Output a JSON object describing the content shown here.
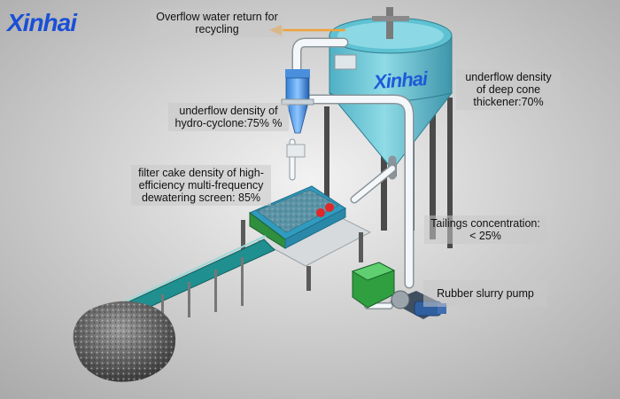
{
  "brand": {
    "logo_text": "Xinhai",
    "tank_logo_text": "Xinhai",
    "color": "#1a4fd6"
  },
  "colors": {
    "tank": "#6ec8d6",
    "pipe": "#e8eef2",
    "screen_frame": "#2aa7b8",
    "hopper": "#2f8f2f",
    "arrow": "#f0a23a",
    "background": "#c9c9c9"
  },
  "labels": {
    "overflow": "Overflow water return for recycling",
    "thickener": "underflow density of deep cone thickener:70%",
    "cyclone": "underflow density of hydro-cyclone:75% %",
    "screen": "filter cake density of high-efficiency multi-frequency dewatering screen: 85%",
    "tailings": "Tailings concentration: < 25%",
    "pump": "Rubber slurry pump"
  },
  "equipment": [
    "deep cone thickener",
    "hydro-cyclone",
    "dewatering screen",
    "belt conveyor",
    "tailings pile",
    "slurry tank",
    "rubber slurry pump"
  ]
}
